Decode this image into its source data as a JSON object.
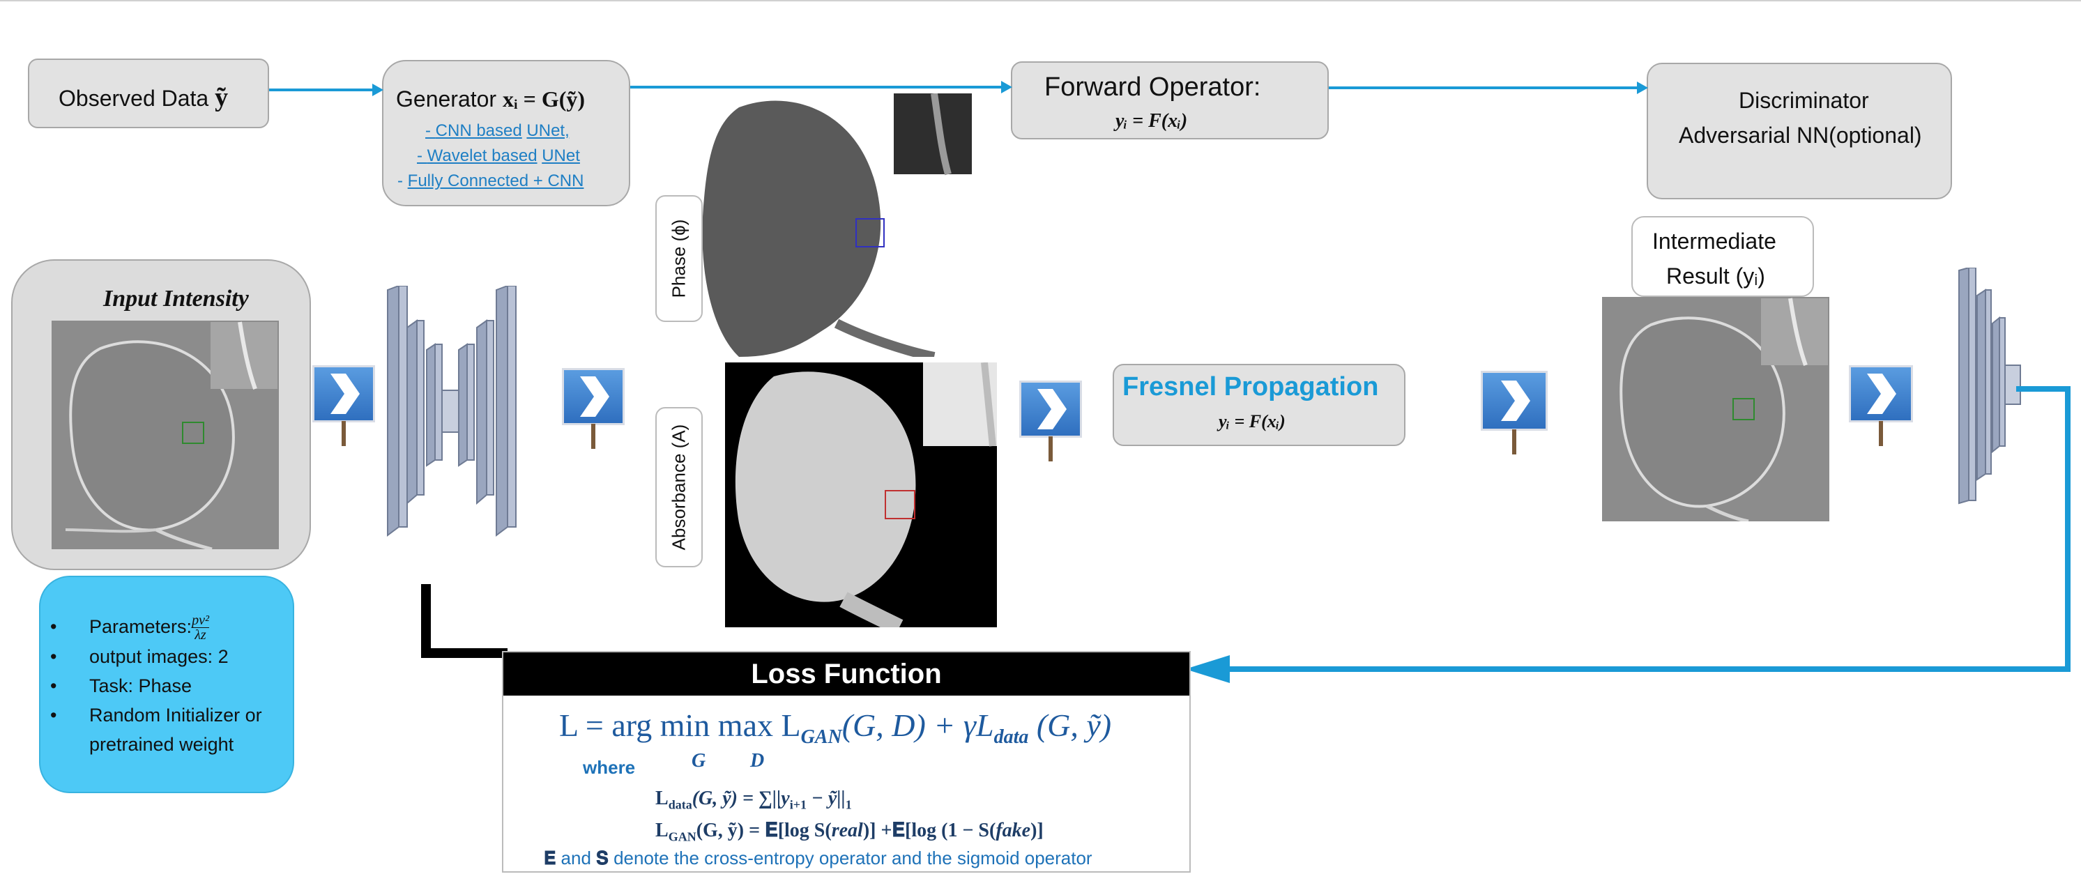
{
  "observed": {
    "label": "Observed Data",
    "symbol": "ỹ"
  },
  "generator": {
    "title_word": "Generator",
    "formula": "xᵢ = G(ỹ)",
    "items": [
      {
        "prefix": "- ",
        "text": "CNN based",
        "link": "UNet,"
      },
      {
        "prefix": "- ",
        "text": "Wavelet based",
        "link": "UNet"
      },
      {
        "prefix": "-   ",
        "text": "",
        "link": "Fully Connected + CNN"
      }
    ]
  },
  "forward": {
    "title": "Forward Operator:",
    "formula": "yᵢ = F(xᵢ)"
  },
  "discriminator": {
    "line1": "Discriminator",
    "line2": "Adversarial NN(optional)"
  },
  "input": {
    "title": "Input Intensity"
  },
  "labels": {
    "phase": "Phase (ϕ)",
    "absorbance": "Absorbance (A)"
  },
  "fresnel": {
    "title": "Fresnel Propagation",
    "formula": "yᵢ = F(xᵢ)"
  },
  "intermediate": {
    "line1": "Intermediate",
    "line2": "Result (yᵢ)"
  },
  "params": [
    {
      "text": "Parameters:",
      "frac_num": "pv²",
      "frac_den": "λz"
    },
    {
      "text": "output images: 2"
    },
    {
      "text": "Task: Phase"
    },
    {
      "text": "Random Initializer or"
    },
    {
      "text": "pretrained weight",
      "continuation": true
    }
  ],
  "bullet_glyph": "•",
  "loss": {
    "header": "Loss Function",
    "main": "L = arg min max L",
    "main_min_sub": "G",
    "main_max_sub": "D",
    "main_gan": "GAN",
    "main_mid": "(G, D) + γL",
    "main_data": "data",
    "main_tail": " (G, ỹ)",
    "where": "where",
    "ldata_L": "L",
    "ldata_sub": "data",
    "ldata_rest": "(G, ỹ) = ∑||y",
    "ldata_sub2": "i+1",
    "ldata_tail": " − ỹ||",
    "ldata_norm": "1",
    "lgan_L": "L",
    "lgan_sub": "GAN",
    "lgan_rest": "(G, ỹ) = 𝐄[log S(",
    "lgan_real": "real",
    "lgan_mid": ")] +𝐄[log (1 − S(",
    "lgan_fake": "fake",
    "lgan_end": ")]",
    "note_E": "𝐄",
    "note_and": " and ",
    "note_S": "𝐒",
    "note_rest": " denote the cross-entropy operator and the sigmoid operator"
  },
  "colors": {
    "accent_blue": "#1a9ad6",
    "param_bg": "#4dc9f6",
    "loss_text": "#1e5a9e",
    "link": "#1f7fc4"
  }
}
